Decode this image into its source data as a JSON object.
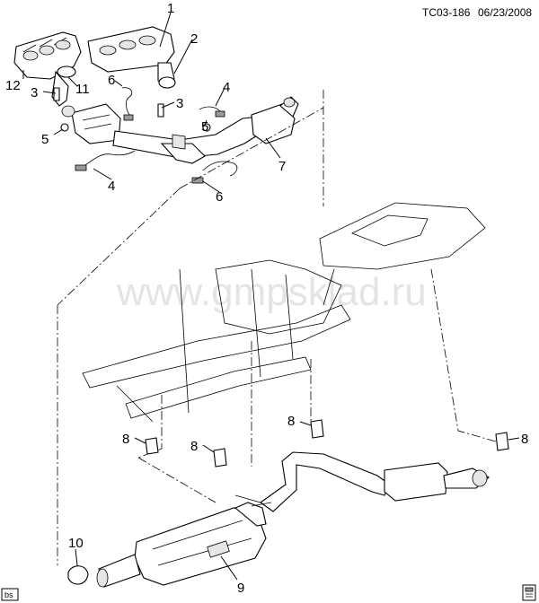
{
  "header": {
    "code": "TC03-186",
    "date": "06/23/2008"
  },
  "watermark": "www.gmpsklad.ru",
  "corner_tags": {
    "left": "bs"
  },
  "callouts": [
    {
      "id": "c1",
      "label": "1"
    },
    {
      "id": "c2",
      "label": "2"
    },
    {
      "id": "c3a",
      "label": "3"
    },
    {
      "id": "c3b",
      "label": "3"
    },
    {
      "id": "c4a",
      "label": "4"
    },
    {
      "id": "c4b",
      "label": "4"
    },
    {
      "id": "c5a",
      "label": "5"
    },
    {
      "id": "c5b",
      "label": "5"
    },
    {
      "id": "c6a",
      "label": "6"
    },
    {
      "id": "c6b",
      "label": "6"
    },
    {
      "id": "c7",
      "label": "7"
    },
    {
      "id": "c8a",
      "label": "8"
    },
    {
      "id": "c8b",
      "label": "8"
    },
    {
      "id": "c8c",
      "label": "8"
    },
    {
      "id": "c8d",
      "label": "8"
    },
    {
      "id": "c9",
      "label": "9"
    },
    {
      "id": "c10",
      "label": "10"
    },
    {
      "id": "c11",
      "label": "11"
    },
    {
      "id": "c12",
      "label": "12"
    }
  ]
}
